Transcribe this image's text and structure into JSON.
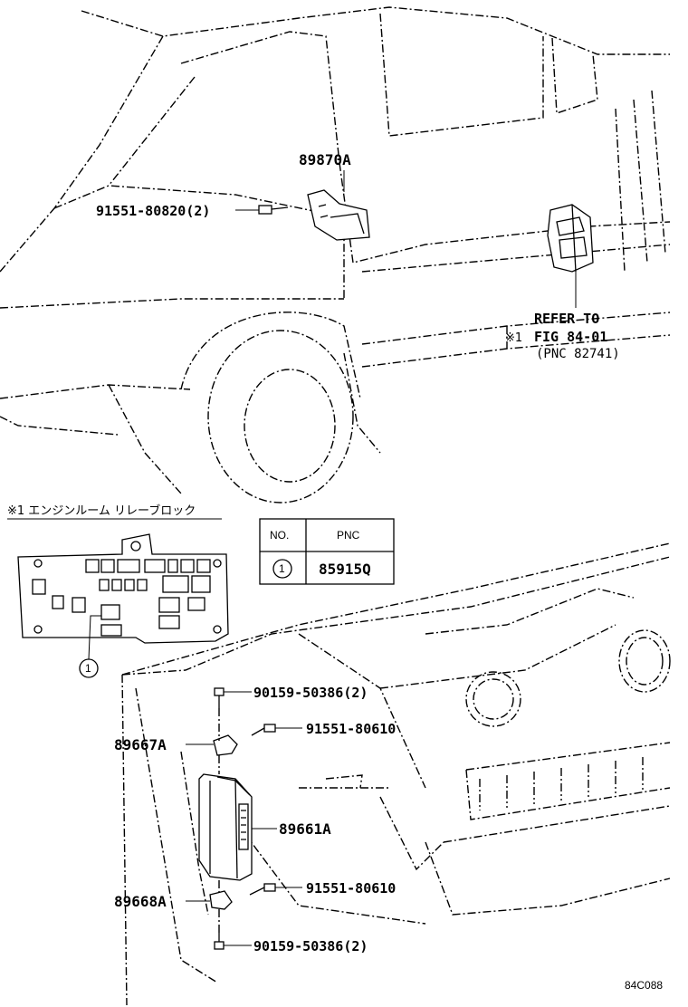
{
  "diagram": {
    "top_view": {
      "part_bracket": "89870A",
      "bolt_top": "91551-80820(2)",
      "refer_line1": "REFER TO",
      "refer_line2": "FIG 84-01",
      "refer_line3": "(PNC 82741)",
      "refer_mark": "※1"
    },
    "relay_block": {
      "title": "※1 エンジンルーム リレーブロック",
      "callout": "1"
    },
    "table": {
      "header_no": "NO.",
      "header_pnc": "PNC",
      "row_no": "1",
      "row_pnc": "85915Q"
    },
    "front_view": {
      "bolt_1": "90159-50386(2)",
      "bolt_2": "91551-80610",
      "part_1": "89667A",
      "part_2": "89661A",
      "bolt_3": "91551-80610",
      "part_3": "89668A",
      "bolt_4": "90159-50386(2)"
    },
    "figure_code": "84C088"
  }
}
